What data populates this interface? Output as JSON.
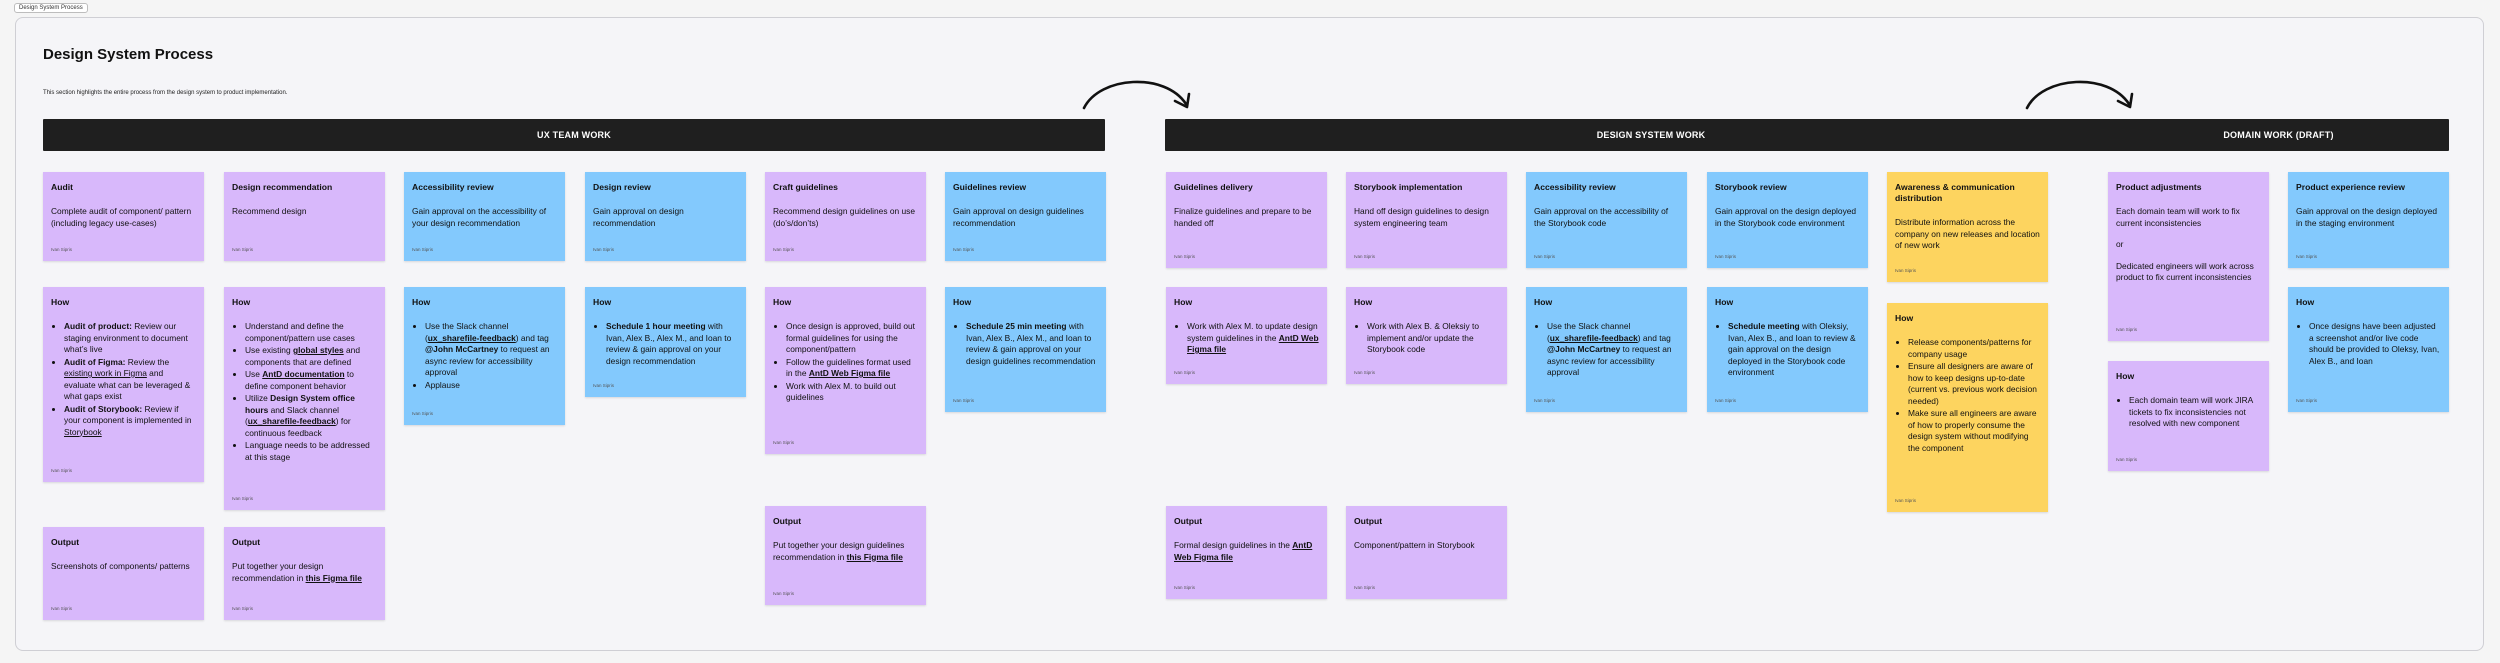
{
  "frame_tab": "Design System Process",
  "title": "Design System Process",
  "subtitle": "This section highlights the entire process from the design system to product implementation.",
  "phases": {
    "ux": "UX TEAM WORK",
    "ds": "DESIGN SYSTEM WORK",
    "domain": "DOMAIN WORK (DRAFT)"
  },
  "author": "Ivan Sipris",
  "colors": {
    "purple": "#d8b8fb",
    "blue": "#83c9fd",
    "yellow": "#fdd45f",
    "bar": "#1f1f1f"
  },
  "cards": {
    "audit": {
      "title": "Audit",
      "body": "Complete audit of component/ pattern (including legacy use-cases)"
    },
    "audit_how": {
      "title": "How",
      "i1_b": "Audit of product:",
      "i1_t": " Review our staging environment to document what’s live",
      "i2_b": "Audit of Figma:",
      "i2_t": " Review the ",
      "i2_u": "existing work in Figma",
      "i2_t2": " and evaluate what can be leveraged & what gaps exist",
      "i3_b": "Audit of Storybook:",
      "i3_t": " Review if your component is implemented in ",
      "i3_u": "Storybook"
    },
    "audit_out": {
      "title": "Output",
      "body": "Screenshots of components/ patterns"
    },
    "rec": {
      "title": "Design recommendation",
      "body": "Recommend design"
    },
    "rec_how": {
      "title": "How",
      "i1": "Understand and define the component/pattern use cases",
      "i2_t": "Use existing ",
      "i2_u": "global styles",
      "i2_t2": " and components that are defined",
      "i3_t": "Use ",
      "i3_u": "AntD documentation",
      "i3_t2": " to define component behavior",
      "i4_t": "Utilize ",
      "i4_b": "Design System office hours",
      "i4_t2": " and Slack channel (",
      "i4_u": "ux_sharefile-feedback",
      "i4_t3": ") for continuous feedback",
      "i5": "Language needs to be addressed at this stage"
    },
    "rec_out": {
      "title": "Output",
      "body_t": "Put together your design recommendation in ",
      "body_u": "this Figma file"
    },
    "acc": {
      "title": "Accessibility review",
      "body": "Gain approval on the accessibility of your design recommendation"
    },
    "acc_how": {
      "title": "How",
      "i1_t": "Use the Slack channel (",
      "i1_u": "ux_sharefile-feedback",
      "i1_t2": ") and tag ",
      "i1_b": "@John McCartney",
      "i1_t3": " to request an async review for accessibility approval",
      "i2": "Applause"
    },
    "dr": {
      "title": "Design review",
      "body": "Gain approval on design recommendation"
    },
    "dr_how": {
      "title": "How",
      "i1_b": "Schedule 1 hour meeting",
      "i1_t": " with Ivan, Alex B., Alex M., and Ioan to review & gain approval on your design recommendation"
    },
    "cg": {
      "title": "Craft guidelines",
      "body": "Recommend design guidelines on use (do’s/don’ts)"
    },
    "cg_how": {
      "title": "How",
      "i1": "Once design is approved, build out formal guidelines for using the component/pattern",
      "i2_t": "Follow the guidelines format used in the ",
      "i2_u": "AntD Web Figma file",
      "i3": "Work with Alex M. to build out guidelines"
    },
    "cg_out": {
      "title": "Output",
      "body_t": "Put together your design guidelines recommendation in ",
      "body_u": "this Figma file"
    },
    "gr": {
      "title": "Guidelines review",
      "body": "Gain approval on design guidelines recommendation"
    },
    "gr_how": {
      "title": "How",
      "i1_b": "Schedule 25 min meeting",
      "i1_t": " with Ivan, Alex B., Alex M., and Ioan to review & gain approval on your design guidelines recommendation"
    },
    "gd": {
      "title": "Guidelines delivery",
      "body": "Finalize guidelines and prepare to be handed off"
    },
    "gd_how": {
      "title": "How",
      "i1_t": "Work with Alex M. to update design system guidelines in the ",
      "i1_u": "AntD Web Figma file"
    },
    "gd_out": {
      "title": "Output",
      "body_t": "Formal design guidelines in the ",
      "body_u": "AntD Web Figma file"
    },
    "si": {
      "title": "Storybook implementation",
      "body": "Hand off design guidelines to design system engineering team"
    },
    "si_how": {
      "title": "How",
      "i1": "Work with Alex B. & Oleksiy to implement and/or update the Storybook code"
    },
    "si_out": {
      "title": "Output",
      "body": "Component/pattern in Storybook"
    },
    "acc2": {
      "title": "Accessibility review",
      "body": "Gain approval on the accessibility of the Storybook code"
    },
    "acc2_how": {
      "title": "How",
      "i1_t": "Use the Slack channel (",
      "i1_u": "ux_sharefile-feedback",
      "i1_t2": ") and tag ",
      "i1_b": "@John McCartney",
      "i1_t3": " to request an async review for accessibility approval"
    },
    "sr": {
      "title": "Storybook review",
      "body": "Gain approval on the design deployed in the Storybook code environment"
    },
    "sr_how": {
      "title": "How",
      "i1_b": "Schedule meeting",
      "i1_t": " with Oleksiy, Ivan, Alex B., and Ioan to review & gain approval on the design deployed in the Storybook code environment"
    },
    "ac": {
      "title": "Awareness & communication distribution",
      "body": "Distribute information across the company on new releases and location of new work"
    },
    "ac_how": {
      "title": "How",
      "i1": "Release components/patterns for company usage",
      "i2": "Ensure all designers are aware of how to keep designs up-to-date (current vs. previous work decision needed)",
      "i3": "Make sure all engineers are aware of how to properly consume the design system without modifying the component"
    },
    "pa": {
      "title": "Product adjustments",
      "p1": "Each domain team will work to fix current inconsistencies",
      "p2": "or",
      "p3": "Dedicated engineers will work across product to fix current inconsistencies"
    },
    "pa_how": {
      "title": "How",
      "i1": "Each domain team will work JIRA tickets to fix inconsistencies not resolved with new component"
    },
    "pe": {
      "title": "Product experience review",
      "body": "Gain approval on the design deployed in the staging environment"
    },
    "pe_how": {
      "title": "How",
      "i1": "Once designs have been adjusted a screenshot and/or live code should be provided to Oleksy, Ivan, Alex B., and Ioan"
    }
  }
}
